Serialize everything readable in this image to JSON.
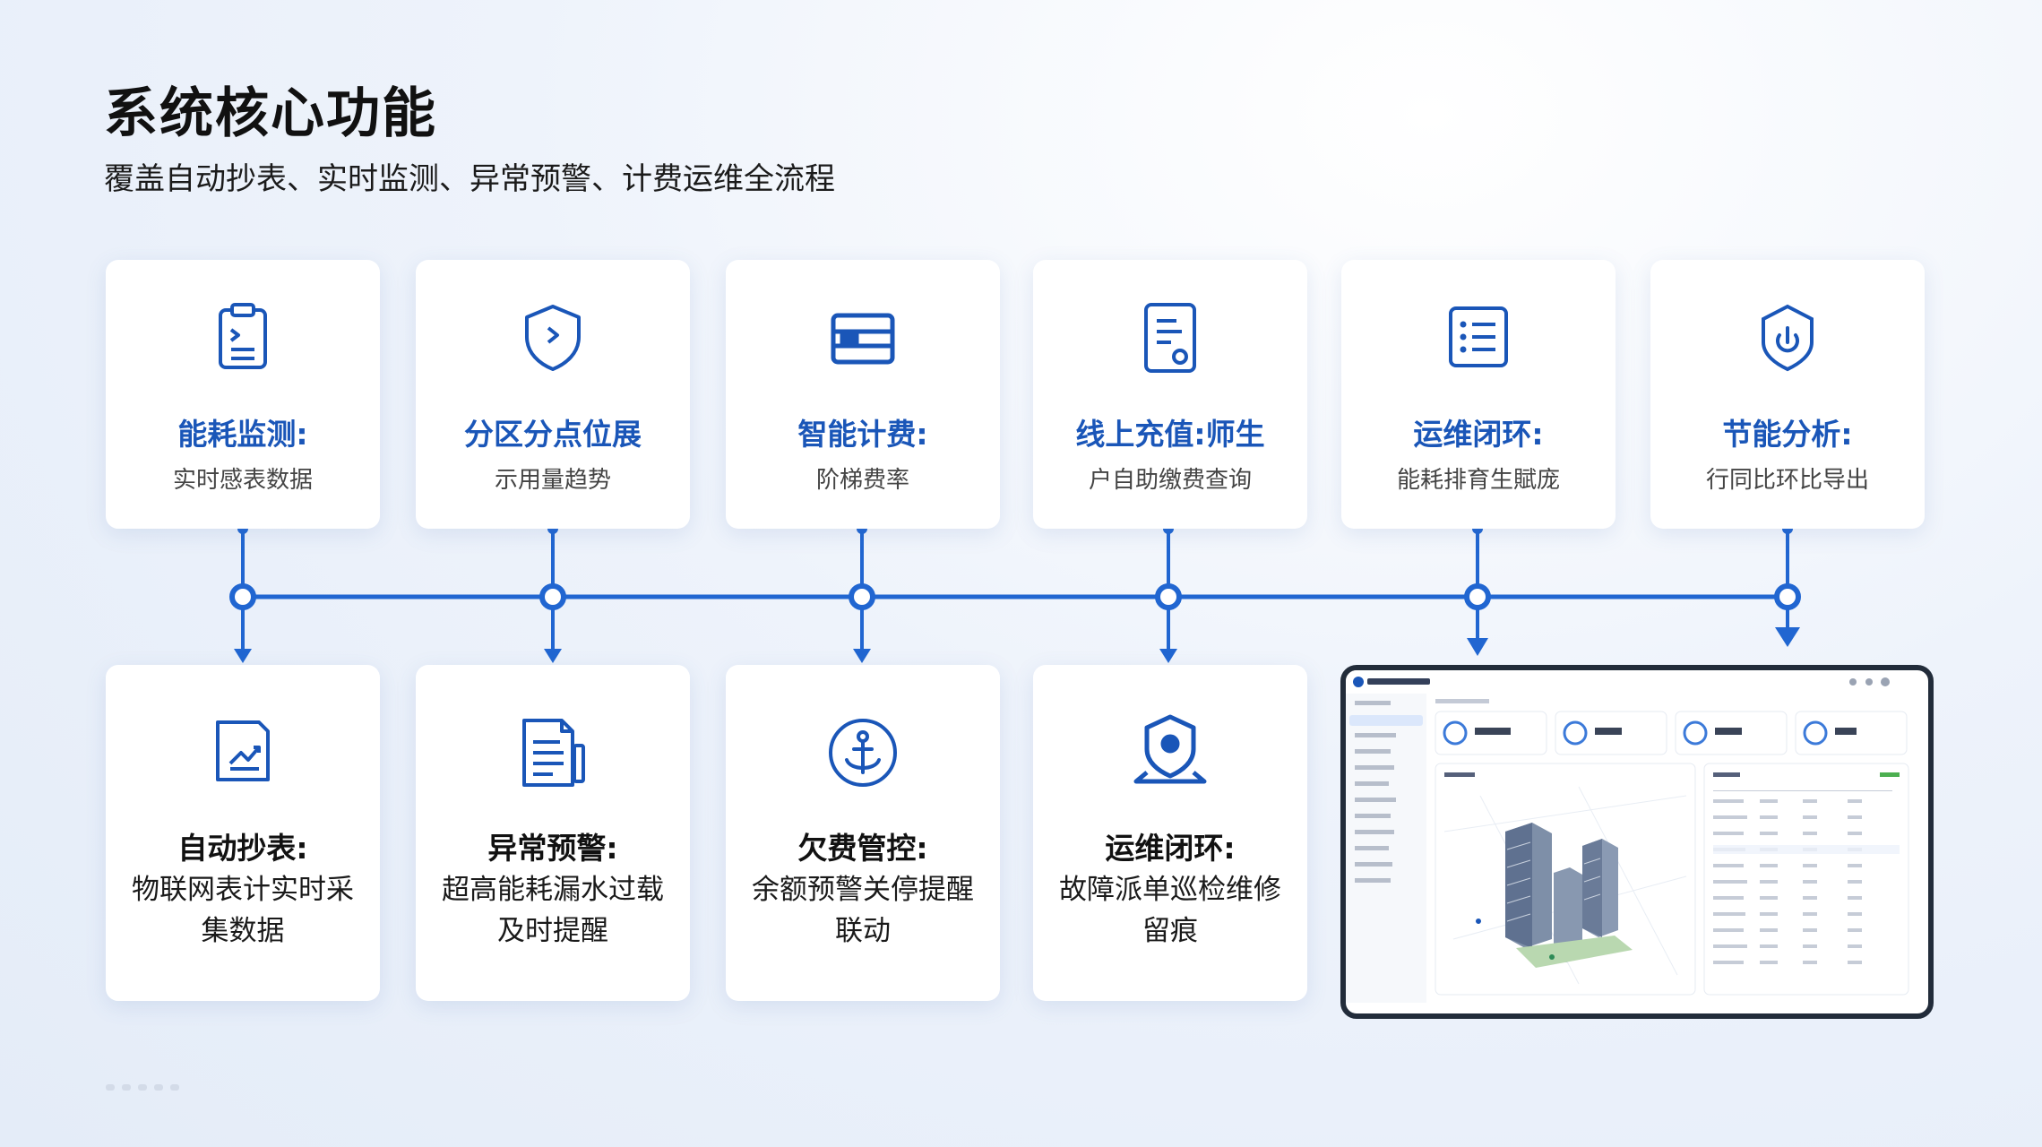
{
  "page": {
    "title": "系统核心功能",
    "subtitle": "覆盖自动抄表、实时监测、异常预警、计费运维全流程"
  },
  "top_cards": [
    {
      "title": "能耗监测:",
      "desc": "实时感表数据",
      "icon": "clipboard-icon"
    },
    {
      "title": "分区分点位展",
      "desc": "示用量趋势",
      "icon": "shield-icon"
    },
    {
      "title": "智能计费:",
      "desc": "阶梯费率",
      "icon": "billing-icon"
    },
    {
      "title": "线上充值:师生",
      "desc": "户自助缴费查询",
      "icon": "document-icon"
    },
    {
      "title": "运维闭环:",
      "desc": "能耗排育生賦庞",
      "icon": "list-icon"
    },
    {
      "title": "节能分析:",
      "desc": "行同比环比导出",
      "icon": "power-shield-icon"
    }
  ],
  "bottom_cards": [
    {
      "title": "自动抄表:",
      "desc": "物联网表计实时采集数据",
      "icon": "chart-doc-icon"
    },
    {
      "title": "异常预警:",
      "desc": "超高能耗漏水过载及时提醒",
      "icon": "report-icon"
    },
    {
      "title": "欠费管控:",
      "desc": "余额预警关停提醒联动",
      "icon": "anchor-icon"
    },
    {
      "title": "运维闭环:",
      "desc": "故障派单巡检维修留痕",
      "icon": "location-pin-icon"
    }
  ],
  "colors": {
    "accent": "#1a56b8",
    "line": "#2166d1"
  }
}
